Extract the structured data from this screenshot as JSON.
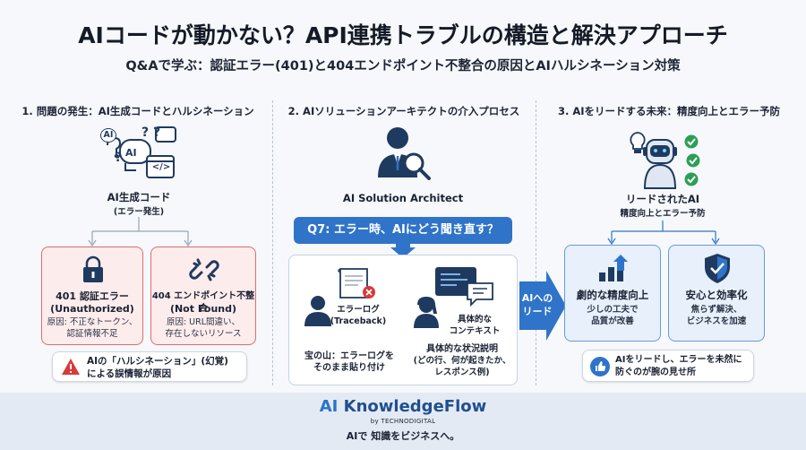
{
  "header": {
    "title": "AIコードが動かない？API連携トラブルの構造と解決アプローチ",
    "subtitle": "Q&Aで学ぶ：認証エラー(401)と404エンドポイント不整合の原因とAIハルシネーション対策"
  },
  "column1": {
    "heading": "1. 問題の発生：AI生成コードとハルシネーション",
    "icon_label": "AI生成コード",
    "icon_sublabel": "(エラー発生)",
    "icon_text": {
      "ai": "AI",
      "ai_head": "AI",
      "code": "</>"
    },
    "card_left": {
      "title": "401 認証エラー",
      "subtitle": "(Unauthorized)",
      "cause_line1": "原因: 不正なトークン、",
      "cause_line2": "認証情報不足"
    },
    "card_right": {
      "title": "404 エンドポイント不整合",
      "subtitle": "(Not Found)",
      "cause_line1": "原因: URL間違い、",
      "cause_line2": "存在しないリソース"
    },
    "alert": {
      "line1": "AIの「ハルシネーション」(幻覚)",
      "line2": "による誤情報が原因"
    }
  },
  "column2": {
    "heading": "2. AIソリューションアーキテクトの介入プロセス",
    "icon_label": "AI Solution Architect",
    "question": "Q7: エラー時、AIにどう聞き直す？",
    "left_item": {
      "label_line1": "エラーログ",
      "label_line2": "(Traceback)",
      "desc_line1": "宝の山：エラーログを",
      "desc_line2": "そのまま貼り付け"
    },
    "right_item": {
      "label_line1": "具体的な",
      "label_line2": "コンテキスト",
      "desc_line1": "具体的な状況説明",
      "desc_line2": "(どの行、何が起きたか、",
      "desc_line3": "レスポンス例)"
    }
  },
  "transition": {
    "line1": "AIへの",
    "line2": "リード"
  },
  "column3": {
    "heading": "3. AIをリードする未来：精度向上とエラー予防",
    "icon_label": "リードされたAI",
    "icon_sublabel": "精度向上とエラー予防",
    "card_left": {
      "title": "劇的な精度向上",
      "line1": "少しの工夫で",
      "line2": "品質が改善"
    },
    "card_right": {
      "title": "安心と効率化",
      "line1": "焦らず解決、",
      "line2": "ビジネスを加速"
    },
    "note": {
      "line1": "AIをリードし、エラーを未然に",
      "line2": "防ぐのが腕の見せ所"
    }
  },
  "footer": {
    "brand_ai": "AI",
    "brand_rest": " KnowledgeFlow",
    "by": "by TECHNODIGITAL",
    "tagline": "AIで 知識をビジネスへ。"
  },
  "colors": {
    "accent_blue": "#2f74c8",
    "alert_red": "#d93a3a",
    "red_card_bg": "#fdecec",
    "blue_card_bg": "#e7f0fb",
    "dark_navy": "#1f3a5f",
    "check_green": "#2e9e57"
  },
  "icons": [
    "ai-brain-icon",
    "question-mark-icon",
    "code-window-icon",
    "padlock-icon",
    "broken-link-icon",
    "alert-triangle-icon",
    "architect-person-icon",
    "magnifier-icon",
    "error-document-icon",
    "code-chat-icon",
    "person-icon",
    "ai-robot-icon",
    "lightbulb-icon",
    "check-icon",
    "accuracy-chart-icon",
    "shield-check-icon",
    "thumbs-up-icon"
  ]
}
